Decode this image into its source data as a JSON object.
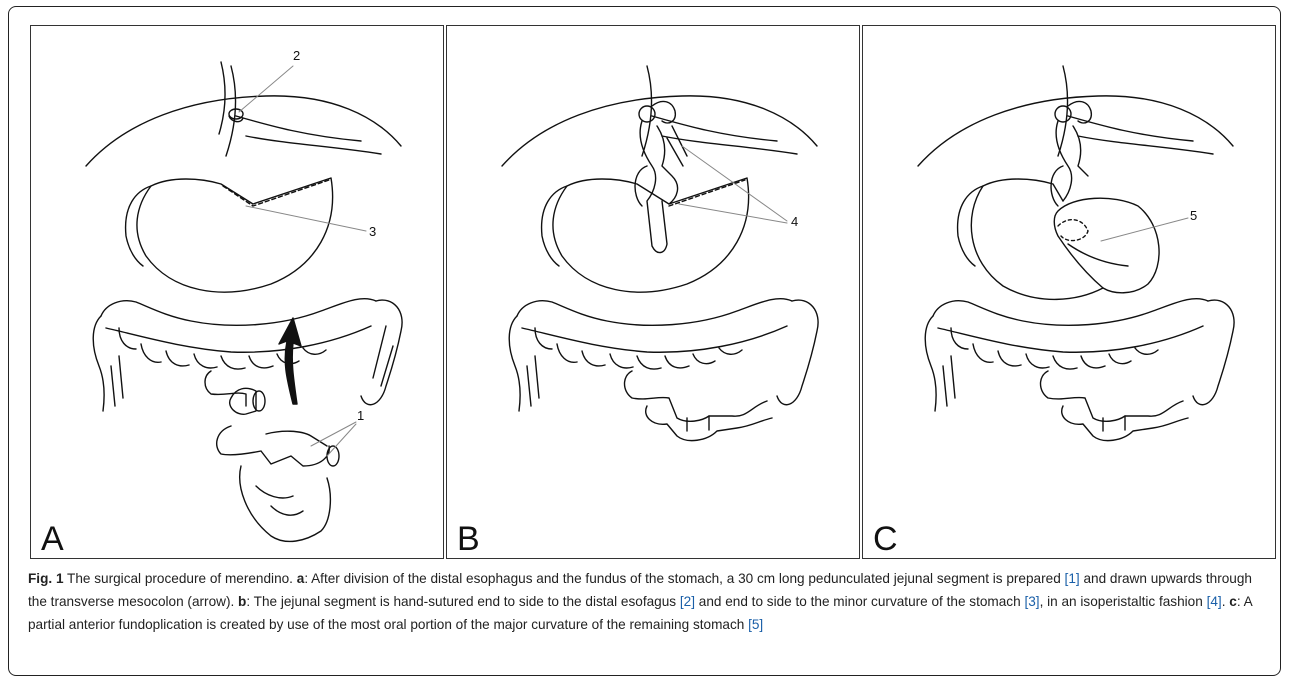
{
  "panels": [
    {
      "letter": "A",
      "callouts": [
        "2",
        "3",
        "1"
      ]
    },
    {
      "letter": "B",
      "callouts": [
        "4"
      ]
    },
    {
      "letter": "C",
      "callouts": [
        "5"
      ]
    }
  ],
  "caption": {
    "fig_label": "Fig. 1",
    "title": " The surgical procedure of merendino. ",
    "a_label": "a",
    "a_text_1": ": After division of the distal esophagus and the fundus of the stomach, a 30 cm long pedunculated jejunal segment is prepared ",
    "ref1": "[1]",
    "a_text_2": " and drawn upwards through the transverse mesocolon (arrow). ",
    "b_label": "b",
    "b_text_1": ": The jejunal segment is hand-sutured end to side to the distal esofagus ",
    "ref2": "[2]",
    "b_text_2": " and end to side to the minor curvature of the stomach ",
    "ref3": "[3]",
    "b_text_3": ", in an isoperistaltic fashion ",
    "ref4": "[4]",
    "b_text_4": ". ",
    "c_label": "c",
    "c_text_1": ": A partial anterior fundoplication is created by use of the most oral portion of the major curvature of the remaining stomach ",
    "ref5": "[5]"
  }
}
